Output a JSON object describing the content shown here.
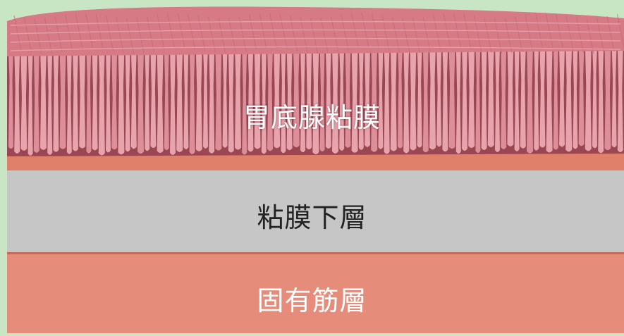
{
  "diagram": {
    "layers": [
      {
        "label": "胃底腺粘膜",
        "color": "#dc8a95"
      },
      {
        "label": "粘膜下層",
        "color": "#c6c6c6"
      },
      {
        "label": "固有筋層",
        "color": "#e58c7a"
      }
    ]
  },
  "colors": {
    "background": "#c8e6c4",
    "mucosa_surface": "#d67a86",
    "mucosa_gland_light": "#e7a4ad",
    "mucosa_gland_dark": "#9b4653",
    "muscularis_mucosae": "#e0806a",
    "submucosa": "#c6c6c6",
    "muscularis_propria": "#e58c7a"
  }
}
